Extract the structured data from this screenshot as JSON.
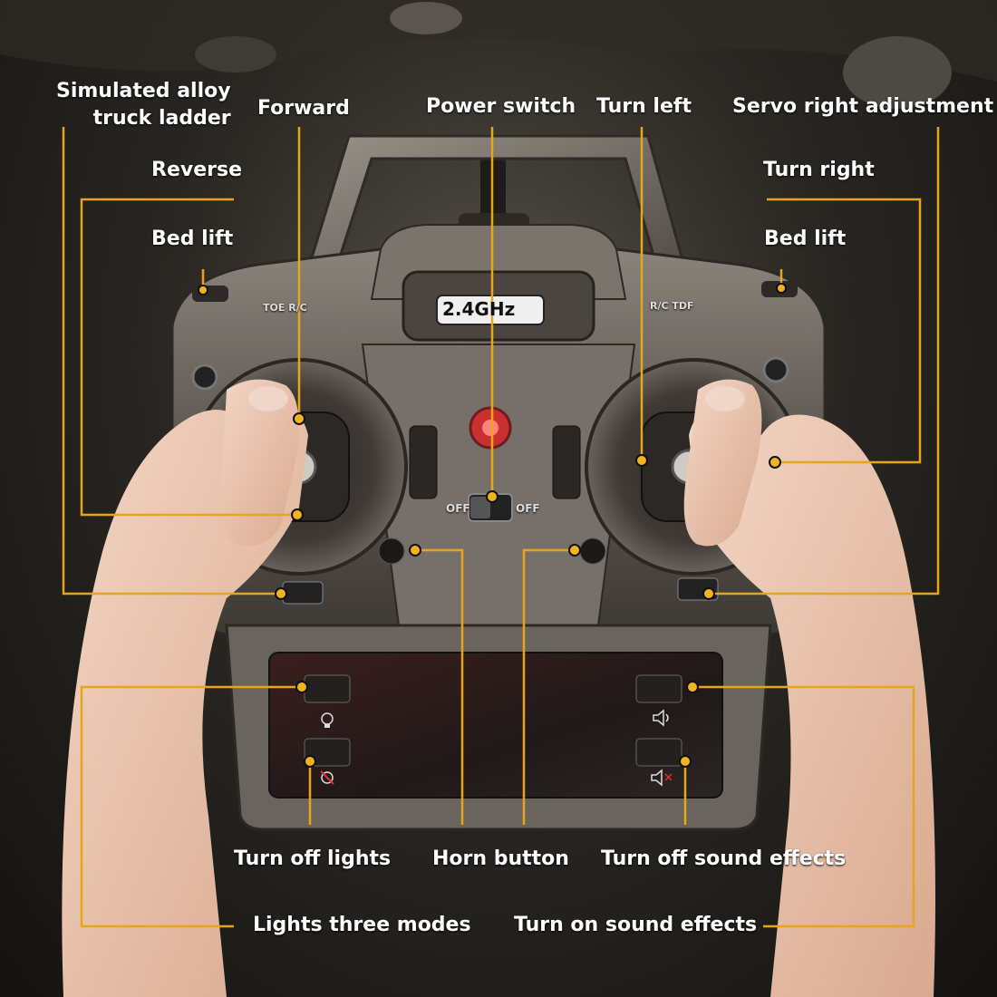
{
  "device": {
    "frequency_badge": "2.4GHz",
    "left_mode_label": "TOE R/C",
    "right_mode_label": "R/C TDF",
    "switch_off_left": "OFF",
    "switch_off_right": "OFF"
  },
  "callouts": {
    "simulated_alloy_line1": "Simulated alloy",
    "simulated_alloy_line2": "truck ladder",
    "forward": "Forward",
    "power_switch": "Power switch",
    "turn_left": "Turn left",
    "servo_right_adjustment": "Servo right adjustment",
    "reverse": "Reverse",
    "turn_right": "Turn right",
    "bed_lift_left": "Bed lift",
    "bed_lift_right": "Bed lift",
    "turn_off_lights": "Turn off lights",
    "horn_button": "Horn button",
    "turn_off_sound_effects": "Turn off sound effects",
    "lights_three_modes": "Lights three modes",
    "turn_on_sound_effects": "Turn on sound effects"
  },
  "icons": {
    "light": "lightbulb-icon",
    "light_off": "light-off-icon",
    "sound_on": "speaker-icon",
    "sound_off": "speaker-mute-icon"
  },
  "colors": {
    "callout_line": "#e8a516",
    "label_text": "#ffffff",
    "body_metal": "#6e6761"
  }
}
